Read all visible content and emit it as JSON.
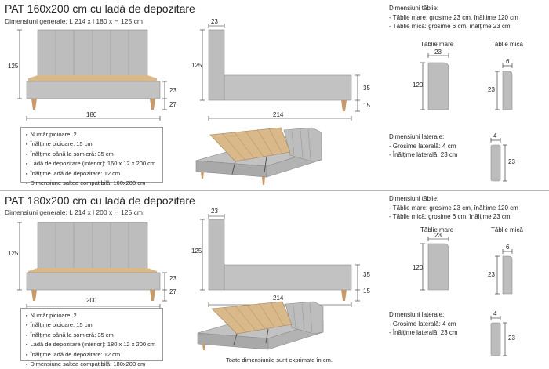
{
  "sections": [
    {
      "title": "PAT 160x200 cm cu ladă de depozitare",
      "subtitle": "Dimensiuni generale: L 214 x l 180 x H 125 cm",
      "front": {
        "height": "125",
        "width": "180",
        "side_height": "23",
        "leg_height": "27"
      },
      "side": {
        "headboard_thickness": "23",
        "height": "125",
        "length": "214",
        "frame_height": "35",
        "leg_height": "15"
      },
      "specs": [
        "Număr picioare: 2",
        "Înălțime picioare: 15 cm",
        "Înălțime până la somieră: 35 cm",
        "Ladă de depozitare (interior): 160 x 12 x 200 cm",
        "Înălțime ladă de depozitare: 12 cm",
        "Dimensiune saltea compatibilă: 160x200 cm"
      ],
      "headboard": {
        "heading": "Dimensiuni tăblie:",
        "lines": [
          "- Tăblie mare: grosime 23 cm, înălțime 120 cm",
          "- Tăblie mică: grosime 6 cm, înălțime 23 cm"
        ],
        "large_label": "Tăblie mare",
        "small_label": "Tăblie mică",
        "large_thickness": "23",
        "large_height": "120",
        "small_thickness": "6",
        "small_height": "23"
      },
      "lateral": {
        "heading": "Dimensiuni laterale:",
        "lines": [
          "- Grosime laterală: 4 cm",
          "- Înălțime laterală: 23 cm"
        ],
        "thickness": "4",
        "height": "23"
      }
    },
    {
      "title": "PAT 180x200 cm cu ladă de depozitare",
      "subtitle": "Dimensiuni generale: L 214 x l 200 x H 125 cm",
      "front": {
        "height": "125",
        "width": "200",
        "side_height": "23",
        "leg_height": "27"
      },
      "side": {
        "headboard_thickness": "23",
        "height": "125",
        "length": "214",
        "frame_height": "35",
        "leg_height": "15"
      },
      "specs": [
        "Număr picioare: 2",
        "Înălțime picioare: 15 cm",
        "Înălțime până la somieră: 35 cm",
        "Ladă de depozitare (interior): 180 x 12 x 200 cm",
        "Înălțime ladă de depozitare: 12 cm",
        "Dimensiune saltea compatibilă: 180x200 cm"
      ],
      "headboard": {
        "heading": "Dimensiuni tăblie:",
        "lines": [
          "- Tăblie mare: grosime 23 cm, înălțime 120 cm",
          "- Tăblie mică: grosime 6 cm, înălțime 23 cm"
        ],
        "large_label": "Tăblie mare",
        "small_label": "Tăblie mică",
        "large_thickness": "23",
        "large_height": "120",
        "small_thickness": "6",
        "small_height": "23"
      },
      "lateral": {
        "heading": "Dimensiuni laterale:",
        "lines": [
          "- Grosime laterală: 4 cm",
          "- Înălțime laterală: 23 cm"
        ],
        "thickness": "4",
        "height": "23"
      }
    }
  ],
  "footer": "Toate dimensiunile sunt exprimate în cm.",
  "colors": {
    "fabric": "#bdbdbd",
    "fabric_dark": "#9e9e9e",
    "wood": "#c89a6a",
    "slats": "#d9b98a",
    "line": "#222222"
  }
}
